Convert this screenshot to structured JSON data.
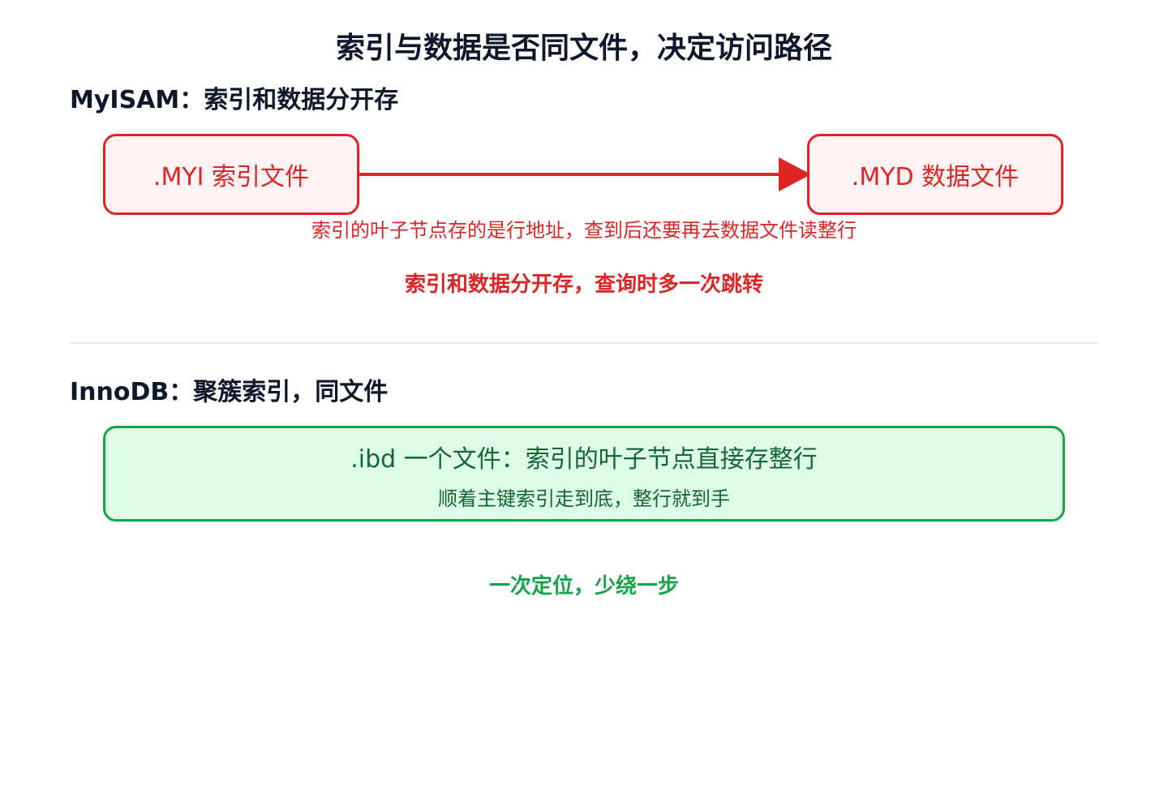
{
  "title": "索引与数据是否同文件，决定访问路径",
  "myisam": {
    "heading": "MyISAM：索引和数据分开存",
    "index_file": ".MYI 索引文件",
    "data_file": ".MYD 数据文件",
    "caption": "索引的叶子节点存的是行地址，查到后还要再去数据文件读整行",
    "conclusion": "索引和数据分开存，查询时多一次跳转"
  },
  "innodb": {
    "heading": "InnoDB：聚簇索引，同文件",
    "file_main": ".ibd 一个文件：索引的叶子节点直接存整行",
    "file_sub": "顺着主键索引走到底，整行就到手",
    "conclusion": "一次定位，少绕一步"
  },
  "colors": {
    "myisam_accent": "#dc2626",
    "myisam_fill": "#fef2f2",
    "innodb_accent": "#16a34a",
    "innodb_fill": "#dcfce7",
    "innodb_text": "#166534",
    "divider": "#e5e7eb"
  },
  "icons": {
    "arrow": "right-arrow-icon"
  }
}
